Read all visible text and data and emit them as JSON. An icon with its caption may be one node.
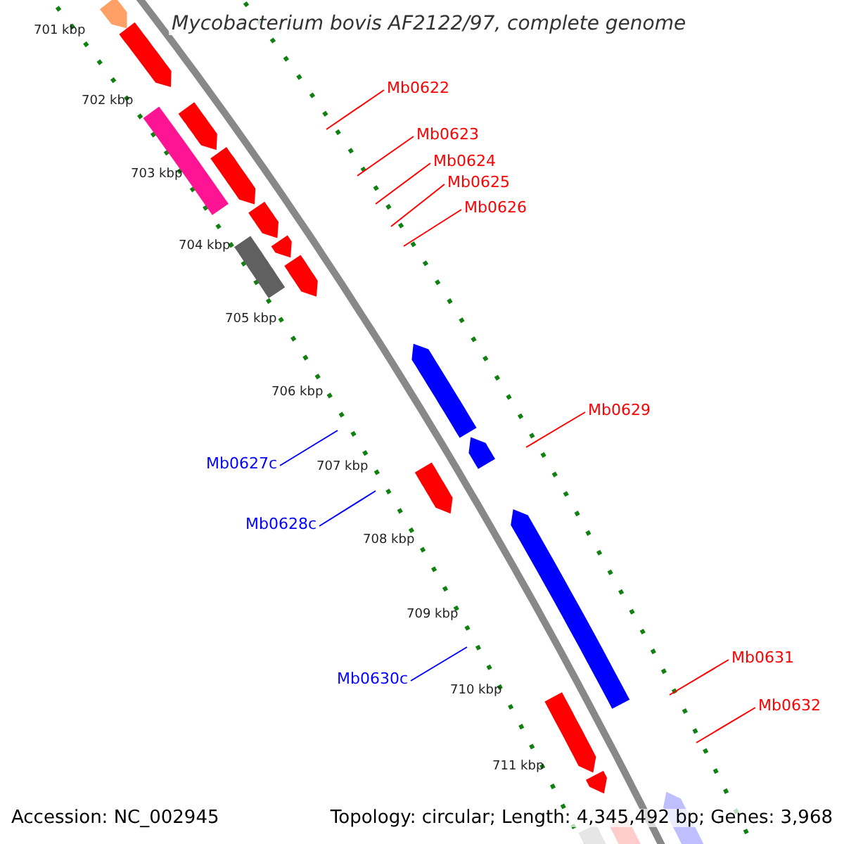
{
  "diagram": {
    "title": "Mycobacterium bovis AF2122/97, complete genome",
    "nodes": [
      {
        "text": [
          "Mb0622"
        ]
      },
      {
        "text": [
          "Mb0623"
        ]
      },
      {
        "text": [
          "Mb0624"
        ]
      },
      {
        "text": [
          "Mb0625"
        ]
      },
      {
        "text": [
          "Mb0626"
        ]
      },
      {
        "text": [
          "Mb0629"
        ]
      },
      {
        "text": [
          "Mb0627c"
        ]
      },
      {
        "text": [
          "Mb0628c"
        ]
      },
      {
        "text": [
          "Mb0631"
        ]
      },
      {
        "text": [
          "Mb0630c"
        ]
      },
      {
        "text": [
          "Mb0632"
        ]
      }
    ],
    "edges": [
      {
        "from": 0,
        "to": null,
        "arrow": "none",
        "color": "#ff0000"
      },
      {
        "from": 1,
        "to": null,
        "arrow": "none",
        "color": "#ff0000"
      },
      {
        "from": 2,
        "to": null,
        "arrow": "none",
        "color": "#ff0000"
      },
      {
        "from": 3,
        "to": null,
        "arrow": "none",
        "color": "#ff0000"
      },
      {
        "from": 4,
        "to": null,
        "arrow": "none",
        "color": "#ff0000"
      },
      {
        "from": 5,
        "to": null,
        "arrow": "none",
        "color": "#ff0000"
      },
      {
        "from": 6,
        "to": null,
        "arrow": "none",
        "color": "#0000ff"
      },
      {
        "from": 7,
        "to": null,
        "arrow": "none",
        "color": "#0000ff"
      },
      {
        "from": 8,
        "to": null,
        "arrow": "none",
        "color": "#ff0000"
      },
      {
        "from": 9,
        "to": null,
        "arrow": "none",
        "color": "#0000ff"
      },
      {
        "from": 10,
        "to": null,
        "arrow": "none",
        "color": "#ff0000"
      }
    ],
    "labels": [
      "701 kbp",
      "702 kbp",
      "703 kbp",
      "704 kbp",
      "705 kbp",
      "706 kbp",
      "707 kbp",
      "708 kbp",
      "709 kbp",
      "710 kbp",
      "711 kbp",
      "Accession: NC_002945",
      "Topology: circular; Length: 4,345,492 bp; Genes: 3,968"
    ]
  }
}
